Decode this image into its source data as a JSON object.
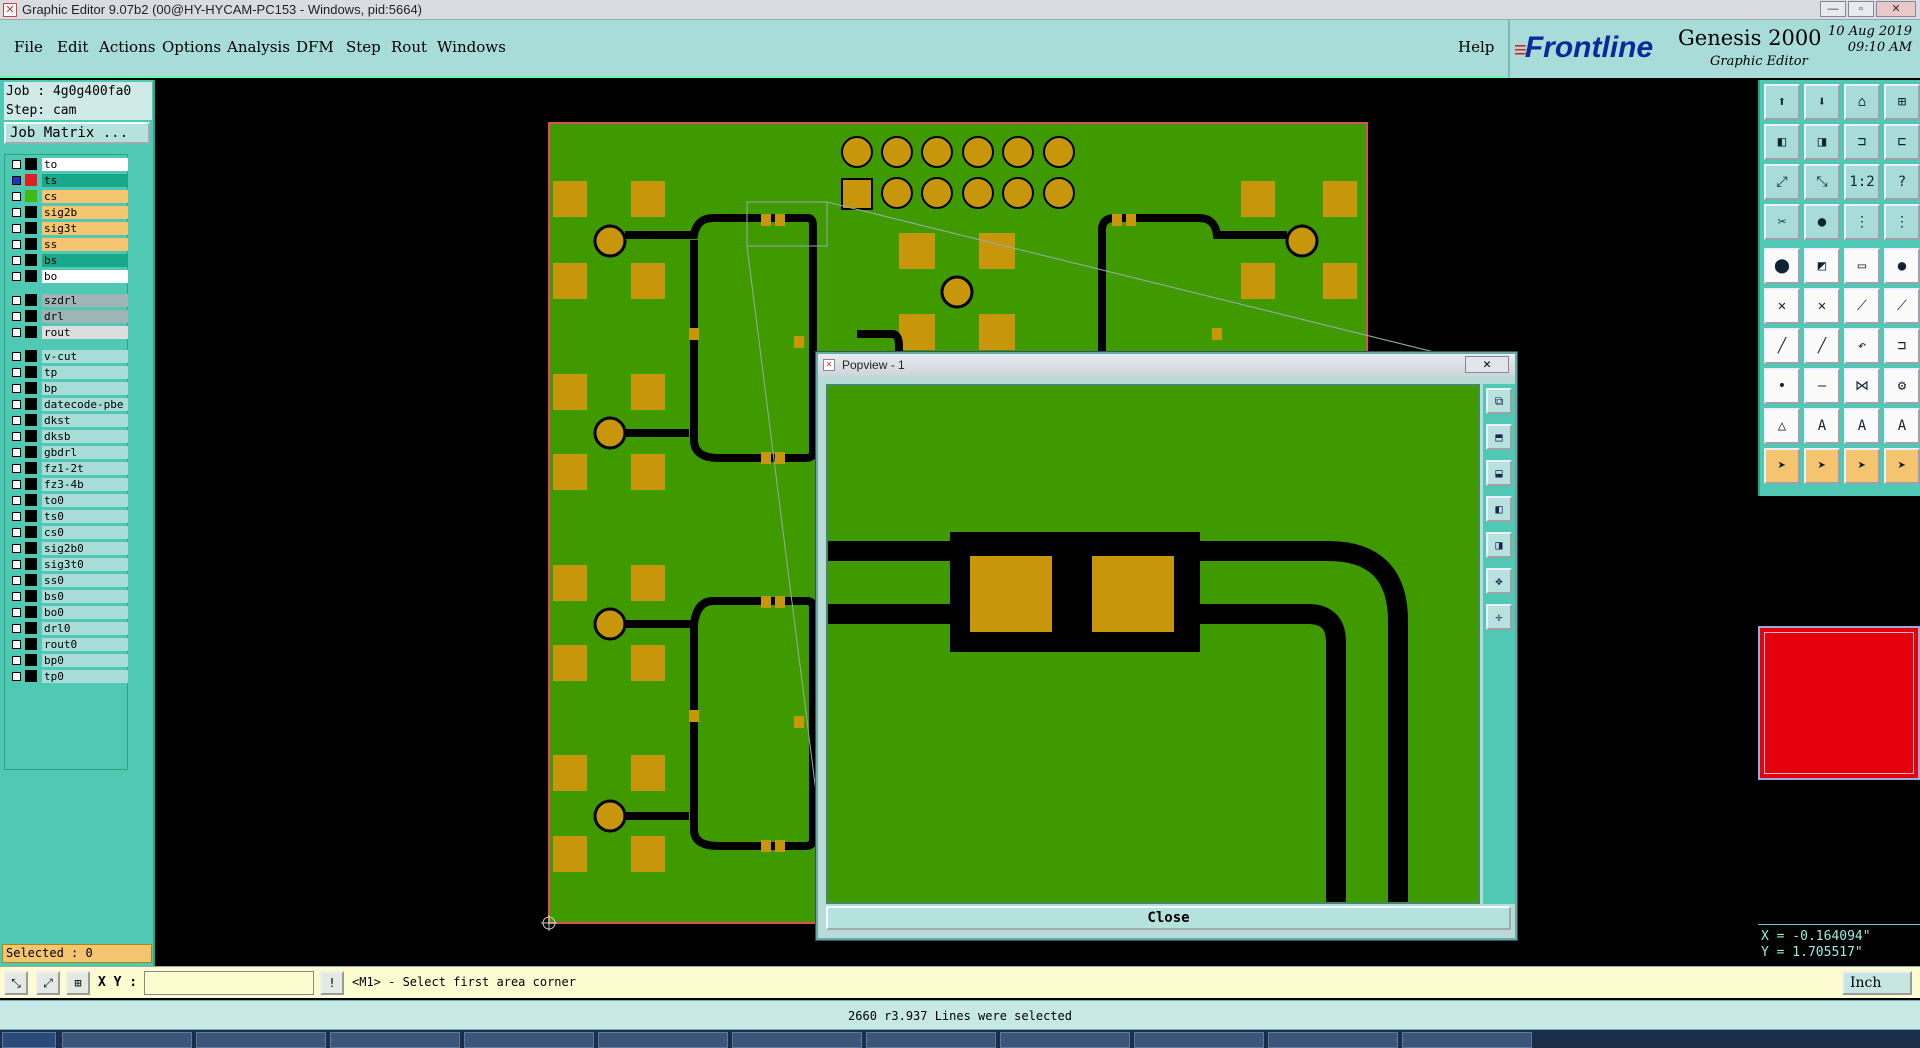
{
  "window": {
    "title": "Graphic Editor 9.07b2 (00@HY-HYCAM-PC153 - Windows, pid:5664)"
  },
  "menu": [
    "File",
    "Edit",
    "Actions",
    "Options",
    "Analysis",
    "DFM",
    "Step",
    "Rout",
    "Windows"
  ],
  "help_label": "Help",
  "brand": {
    "logo": "Frontline",
    "product": "Genesis 2000",
    "subtitle": "Graphic Editor",
    "date": "10 Aug 2019",
    "time": "09:10 AM"
  },
  "job": {
    "job_line": "Job : 4g0g400fa0",
    "step_line": "Step: cam",
    "matrix_button": "Job Matrix ..."
  },
  "layers": [
    {
      "name": "to",
      "color": "#ffffff"
    },
    {
      "name": "ts",
      "color": "#1aa88a",
      "active": true
    },
    {
      "name": "cs",
      "color": "#f4c470"
    },
    {
      "name": "sig2b",
      "color": "#f4c470"
    },
    {
      "name": "sig3t",
      "color": "#f4c470"
    },
    {
      "name": "ss",
      "color": "#f4c470"
    },
    {
      "name": "bs",
      "color": "#1aa88a"
    },
    {
      "name": "bo",
      "color": "#ffffff"
    },
    {
      "name": "szdrl",
      "color": "#9fb4b4"
    },
    {
      "name": "drl",
      "color": "#9fb4b4"
    },
    {
      "name": "rout",
      "color": "#dddddd"
    },
    {
      "name": "v-cut",
      "color": "#a8dcd9"
    },
    {
      "name": "tp",
      "color": "#a8dcd9"
    },
    {
      "name": "bp",
      "color": "#a8dcd9"
    },
    {
      "name": "datecode-pbe",
      "color": "#a8dcd9"
    },
    {
      "name": "dkst",
      "color": "#a8dcd9"
    },
    {
      "name": "dksb",
      "color": "#a8dcd9"
    },
    {
      "name": "gbdrl",
      "color": "#a8dcd9"
    },
    {
      "name": "fz1-2t",
      "color": "#a8dcd9"
    },
    {
      "name": "fz3-4b",
      "color": "#a8dcd9"
    },
    {
      "name": "to0",
      "color": "#a8dcd9"
    },
    {
      "name": "ts0",
      "color": "#a8dcd9"
    },
    {
      "name": "cs0",
      "color": "#a8dcd9"
    },
    {
      "name": "sig2b0",
      "color": "#a8dcd9"
    },
    {
      "name": "sig3t0",
      "color": "#a8dcd9"
    },
    {
      "name": "ss0",
      "color": "#a8dcd9"
    },
    {
      "name": "bs0",
      "color": "#a8dcd9"
    },
    {
      "name": "bo0",
      "color": "#a8dcd9"
    },
    {
      "name": "drl0",
      "color": "#a8dcd9"
    },
    {
      "name": "rout0",
      "color": "#a8dcd9"
    },
    {
      "name": "bp0",
      "color": "#a8dcd9"
    },
    {
      "name": "tp0",
      "color": "#a8dcd9"
    }
  ],
  "selected": "Selected : 0",
  "popview": {
    "title": "Popview - 1",
    "close_label": "Close"
  },
  "coords": {
    "x": "X = -0.164094\"",
    "y": "Y = 1.705517\""
  },
  "status": {
    "xy_label": "X Y :",
    "xy_value": "",
    "prompt": "<M1> - Select first area corner",
    "unit": "Inch"
  },
  "message": "2660 r3.937 Lines were selected",
  "colors": {
    "board": "#3f9a00",
    "pad": "#c8960a",
    "border": "#e05050",
    "panel": "#4fc9b3",
    "menu": "#a8dcd9"
  }
}
